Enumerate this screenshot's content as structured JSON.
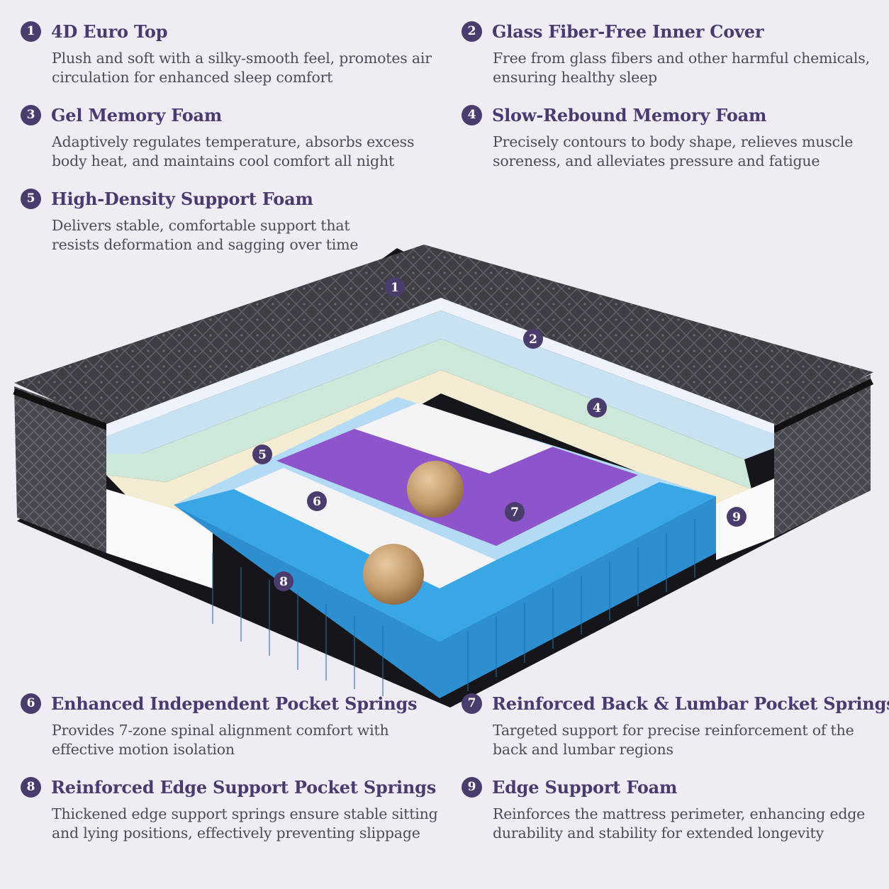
{
  "features": [
    {
      "num": "1",
      "title": "4D Euro Top",
      "desc": "Plush and soft with a silky-smooth feel, promotes air circulation for enhanced sleep comfort"
    },
    {
      "num": "2",
      "title": "Glass Fiber-Free Inner Cover",
      "desc": "Free from glass fibers and other harmful chemicals, ensuring healthy sleep"
    },
    {
      "num": "3",
      "title": "Gel Memory Foam",
      "desc": "Adaptively regulates temperature, absorbs excess body heat, and maintains cool comfort all night"
    },
    {
      "num": "4",
      "title": "Slow-Rebound Memory Foam",
      "desc": "Precisely contours to body shape, relieves muscle soreness, and alleviates pressure and fatigue"
    },
    {
      "num": "5",
      "title": "High-Density Support Foam",
      "desc": "Delivers stable, comfortable support that resists deformation and sagging over time"
    },
    {
      "num": "6",
      "title": "Enhanced Independent Pocket Springs",
      "desc": "Provides 7-zone spinal alignment comfort with effective motion isolation"
    },
    {
      "num": "7",
      "title": "Reinforced Back & Lumbar Pocket Springs",
      "desc": "Targeted support for precise reinforcement of the back and lumbar regions"
    },
    {
      "num": "8",
      "title": "Reinforced Edge Support Pocket Springs",
      "desc": "Thickened edge support springs ensure stable sitting and lying positions, effectively preventing slippage"
    },
    {
      "num": "9",
      "title": "Edge Support Foam",
      "desc": "Reinforces the mattress perimeter, enhancing edge durability and stability for extended longevity"
    }
  ],
  "markers": [
    "1",
    "2",
    "4",
    "5",
    "6",
    "7",
    "8",
    "9"
  ],
  "colors": {
    "badge": "#4a3c6c",
    "title": "#4a3a70",
    "body": "#4d4d55",
    "cover": "#3c3c42",
    "inner_cover": "#eef2fb",
    "gel_foam": "#c9e2f2",
    "memory_foam": "#cde7d8",
    "support_foam": "#f3ecd2",
    "springs_purple": "#8e54cc",
    "springs_white": "#f4f4f6",
    "springs_blue": "#39a6e6",
    "edge_foam": "#fafafa"
  }
}
